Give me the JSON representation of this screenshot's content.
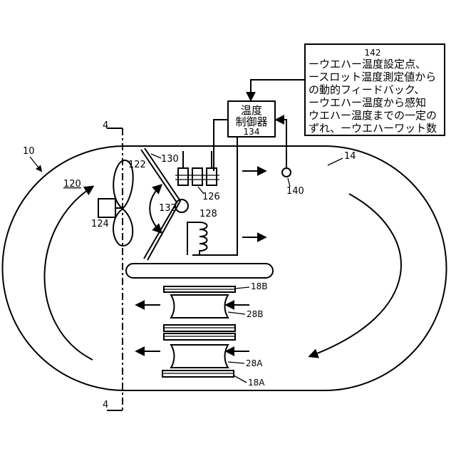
{
  "labels": {
    "system": "10",
    "chamber": "120",
    "fan": "122",
    "motor": "124",
    "heater": "126",
    "coil": "128",
    "baffle": "130",
    "pivot": "132",
    "controller_ref": "134",
    "sensor": "140",
    "info_ref": "142",
    "wall": "14",
    "section_top": "4",
    "section_bottom": "4",
    "carrier_top": "18B",
    "wafer_top": "28B",
    "wafer_bottom": "28A",
    "carrier_bottom": "18A"
  },
  "controller": {
    "line1": "温度",
    "line2": "制御器"
  },
  "info_box": {
    "lines": [
      "ーウエハー温度設定点、",
      "ースロット温度測定値から",
      "の動的フィードバック、",
      "ーウエハー温度から感知",
      "ウエハー温度までの一定の",
      "ずれ、ーウエハーワット数"
    ]
  }
}
